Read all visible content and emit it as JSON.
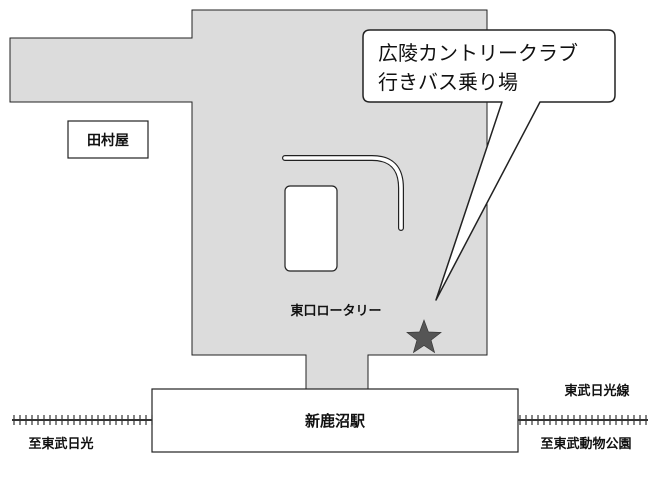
{
  "labels": {
    "shop": "田村屋",
    "rotary": "東口ロータリー",
    "station": "新鹿沼駅",
    "line_name": "東武日光線",
    "left_direction": "至東武日光",
    "right_direction": "至東武動物公園"
  },
  "callout": {
    "line1": "広陵カントリークラブ",
    "line2": "行きバス乗り場"
  },
  "marker": {
    "icon": "star-icon",
    "meaning": "バス乗り場"
  },
  "colors": {
    "area_fill": "#dcdcdc",
    "outline": "#222222",
    "star": "#555555",
    "track": "#333333",
    "background": "#ffffff"
  }
}
